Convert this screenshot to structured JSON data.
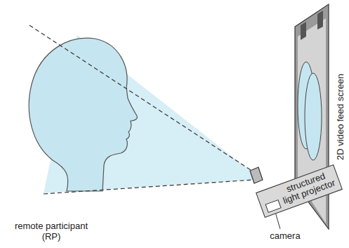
{
  "diagram": {
    "nodes": [
      {
        "text": [
          "structured light projector"
        ]
      }
    ],
    "labels": [
      "remote participant (RP)",
      "camera",
      "2D video feed screen"
    ]
  }
}
